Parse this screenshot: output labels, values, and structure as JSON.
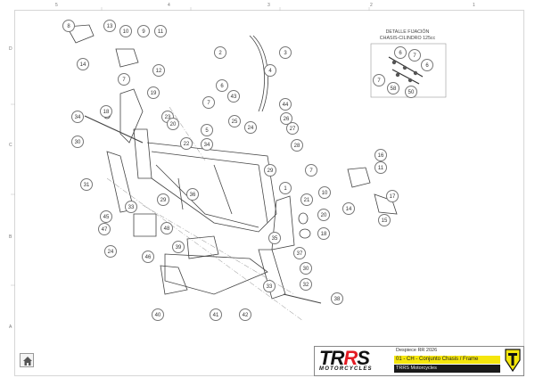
{
  "sheet": {
    "column_labels": [
      "5",
      "4",
      "3",
      "2",
      "1"
    ],
    "row_labels": [
      "D",
      "C",
      "B",
      "A"
    ]
  },
  "detail": {
    "title_line1": "DETALLE FIJACIÓN",
    "title_line2": "CHASIS-CILINDRO 125cc",
    "callouts": [
      "6",
      "7",
      "6",
      "7",
      "58",
      "50"
    ]
  },
  "callouts": [
    {
      "id": "c8",
      "label": "8"
    },
    {
      "id": "c13",
      "label": "13"
    },
    {
      "id": "c10a",
      "label": "10"
    },
    {
      "id": "c9",
      "label": "9"
    },
    {
      "id": "c11a",
      "label": "11"
    },
    {
      "id": "c14a",
      "label": "14"
    },
    {
      "id": "c7a",
      "label": "7"
    },
    {
      "id": "c12",
      "label": "12"
    },
    {
      "id": "c2",
      "label": "2"
    },
    {
      "id": "c3",
      "label": "3"
    },
    {
      "id": "c4",
      "label": "4"
    },
    {
      "id": "c6",
      "label": "6"
    },
    {
      "id": "c7b",
      "label": "7"
    },
    {
      "id": "c43",
      "label": "43"
    },
    {
      "id": "c44",
      "label": "44"
    },
    {
      "id": "c19",
      "label": "19"
    },
    {
      "id": "c18a",
      "label": "18"
    },
    {
      "id": "c34a",
      "label": "34"
    },
    {
      "id": "c23",
      "label": "23"
    },
    {
      "id": "c20a",
      "label": "20"
    },
    {
      "id": "c5",
      "label": "5"
    },
    {
      "id": "c25",
      "label": "25"
    },
    {
      "id": "c26",
      "label": "26"
    },
    {
      "id": "c27",
      "label": "27"
    },
    {
      "id": "c24a",
      "label": "24"
    },
    {
      "id": "c22",
      "label": "22"
    },
    {
      "id": "c34b",
      "label": "34"
    },
    {
      "id": "c28",
      "label": "28"
    },
    {
      "id": "c30a",
      "label": "30"
    },
    {
      "id": "c29a",
      "label": "29"
    },
    {
      "id": "c16",
      "label": "16"
    },
    {
      "id": "c7c",
      "label": "7"
    },
    {
      "id": "c11b",
      "label": "11"
    },
    {
      "id": "c31",
      "label": "31"
    },
    {
      "id": "c1",
      "label": "1"
    },
    {
      "id": "c10b",
      "label": "10"
    },
    {
      "id": "c17",
      "label": "17"
    },
    {
      "id": "c33a",
      "label": "33"
    },
    {
      "id": "c29b",
      "label": "29"
    },
    {
      "id": "c36",
      "label": "36"
    },
    {
      "id": "c21",
      "label": "21"
    },
    {
      "id": "c14b",
      "label": "14"
    },
    {
      "id": "c15",
      "label": "15"
    },
    {
      "id": "c45",
      "label": "45"
    },
    {
      "id": "c47",
      "label": "47"
    },
    {
      "id": "c48",
      "label": "48"
    },
    {
      "id": "c20b",
      "label": "20"
    },
    {
      "id": "c24b",
      "label": "24"
    },
    {
      "id": "c46",
      "label": "46"
    },
    {
      "id": "c35",
      "label": "35"
    },
    {
      "id": "c18b",
      "label": "18"
    },
    {
      "id": "c39",
      "label": "39"
    },
    {
      "id": "c37",
      "label": "37"
    },
    {
      "id": "c30b",
      "label": "30"
    },
    {
      "id": "c33b",
      "label": "33"
    },
    {
      "id": "c32",
      "label": "32"
    },
    {
      "id": "c38",
      "label": "38"
    },
    {
      "id": "c40",
      "label": "40"
    },
    {
      "id": "c41",
      "label": "41"
    },
    {
      "id": "c42",
      "label": "42"
    }
  ],
  "title_block": {
    "logo_main_a": "TR",
    "logo_main_b": "S",
    "logo_accent": "R",
    "logo_sub": "MOTORCYCLES",
    "row1": "Despiece RR 2026",
    "row2": "01 - CH - Conjunto Chasis  / Frame",
    "row3": "TRRS Motorcycles"
  },
  "colors": {
    "accent_yellow": "#f5e60c",
    "brand_red": "#e31b23",
    "dark": "#1a1a1a"
  },
  "icons": {
    "home": "home-icon",
    "brand": "trrs-shield-icon"
  }
}
